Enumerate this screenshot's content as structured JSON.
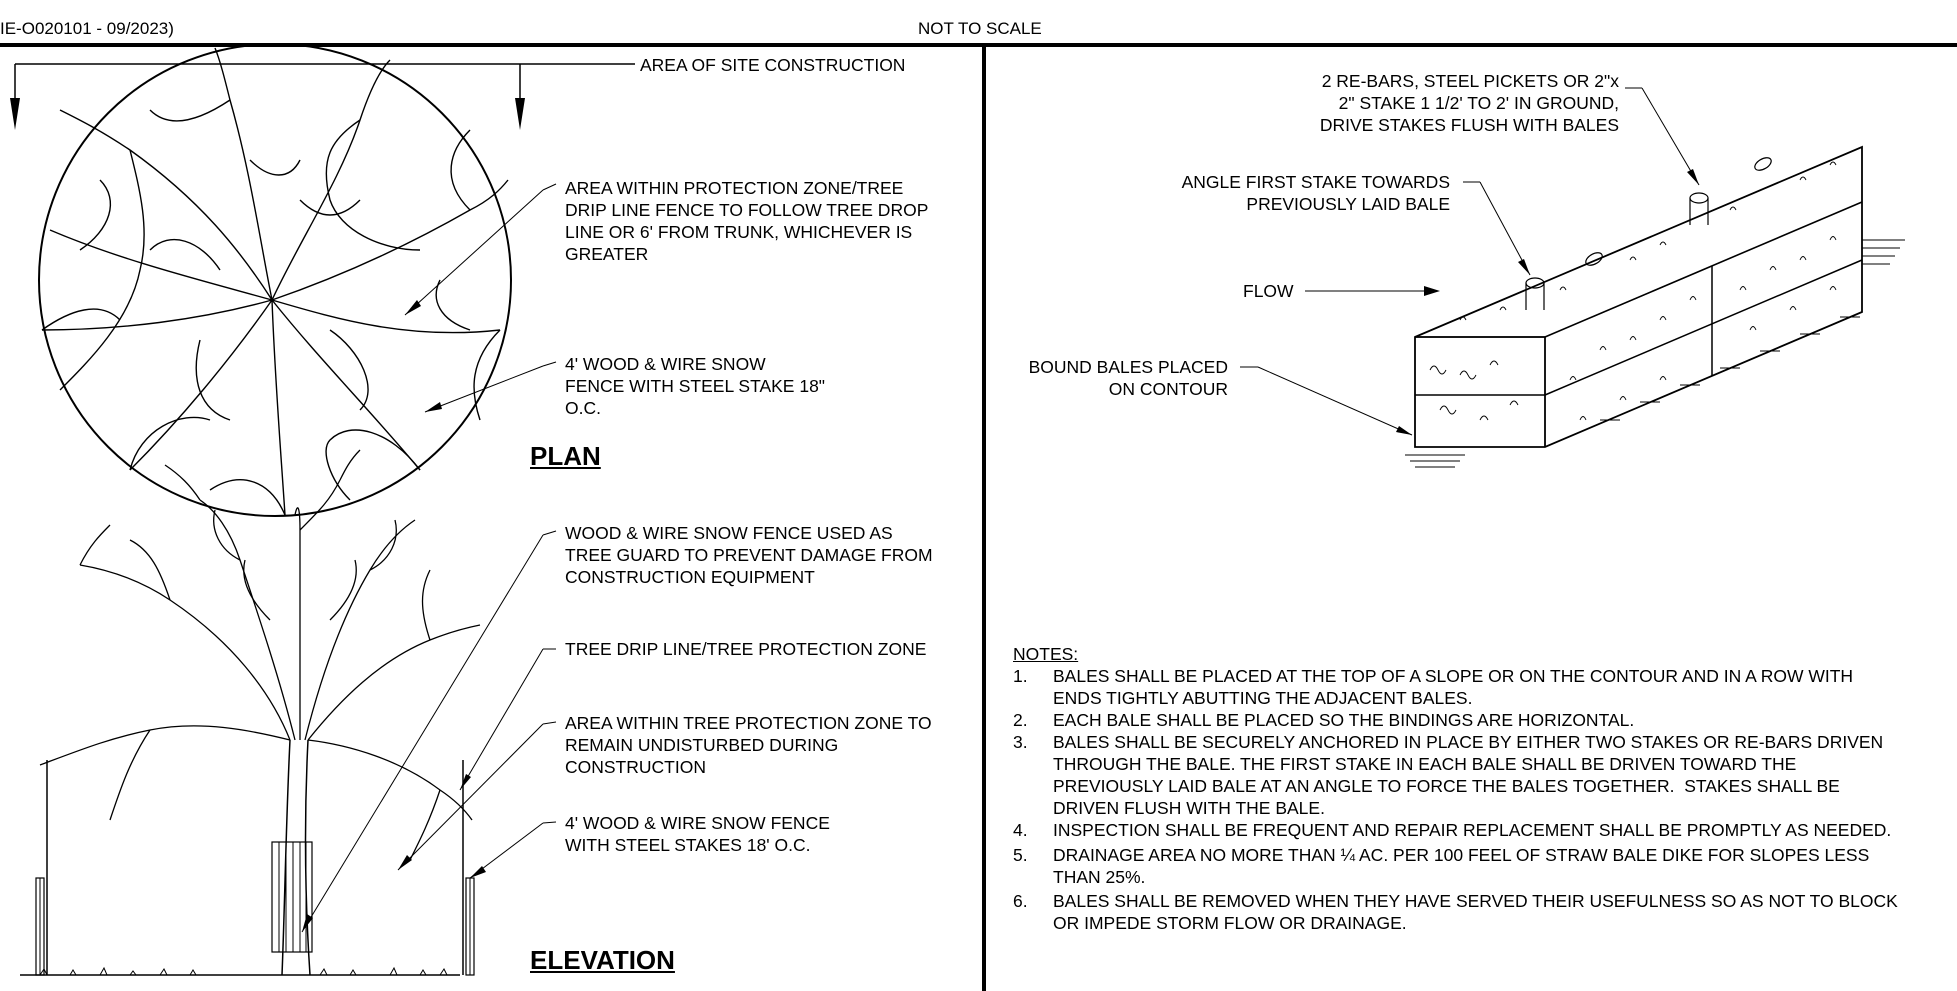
{
  "header": {
    "drawing_code": "IE-O020101 - 09/2023)",
    "scale_note": "NOT TO SCALE"
  },
  "plan": {
    "title": "PLAN",
    "callouts": {
      "site_area": "AREA OF SITE CONSTRUCTION",
      "protection_zone": "AREA WITHIN PROTECTION ZONE/TREE\nDRIP LINE FENCE TO FOLLOW TREE DROP\nLINE OR 6' FROM TRUNK, WHICHEVER IS\nGREATER",
      "snow_fence": "4' WOOD & WIRE SNOW\nFENCE WITH STEEL STAKE 18\"\nO.C."
    }
  },
  "elevation": {
    "title": "ELEVATION",
    "callouts": {
      "tree_guard": "WOOD & WIRE SNOW FENCE USED AS\nTREE GUARD TO PREVENT DAMAGE FROM\nCONSTRUCTION EQUIPMENT",
      "drip_line": "TREE DRIP LINE/TREE PROTECTION ZONE",
      "undisturbed": "AREA WITHIN TREE PROTECTION ZONE TO\nREMAIN UNDISTURBED DURING\nCONSTRUCTION",
      "fence_stakes": "4' WOOD & WIRE SNOW FENCE\nWITH STEEL STAKES 18' O.C."
    }
  },
  "bale_detail": {
    "callouts": {
      "rebars": "2 RE-BARS, STEEL PICKETS OR 2\"x\n2\" STAKE 1 1/2' TO 2' IN GROUND,\nDRIVE STAKES FLUSH WITH BALES",
      "angle_stake": "ANGLE FIRST STAKE TOWARDS\nPREVIOUSLY LAID BALE",
      "flow": "FLOW",
      "bound_bales": "BOUND BALES PLACED\nON CONTOUR"
    }
  },
  "notes": {
    "heading": "NOTES:",
    "items": [
      {
        "num": "1.",
        "text": "BALES SHALL BE PLACED AT THE TOP OF A SLOPE OR ON THE CONTOUR AND IN A ROW WITH\nENDS TIGHTLY ABUTTING THE ADJACENT BALES."
      },
      {
        "num": "2.",
        "text": "EACH BALE SHALL BE PLACED SO THE BINDINGS ARE HORIZONTAL."
      },
      {
        "num": "3.",
        "text": "BALES SHALL BE SECURELY ANCHORED IN PLACE BY EITHER TWO STAKES OR RE-BARS DRIVEN\nTHROUGH THE BALE. THE FIRST STAKE IN EACH BALE SHALL BE DRIVEN TOWARD THE\nPREVIOUSLY LAID BALE AT AN ANGLE TO FORCE THE BALES TOGETHER.  STAKES SHALL BE\nDRIVEN FLUSH WITH THE BALE."
      },
      {
        "num": "4.",
        "text": "INSPECTION SHALL BE FREQUENT AND REPAIR REPLACEMENT SHALL BE PROMPTLY AS NEEDED."
      },
      {
        "num": "5.",
        "text": "DRAINAGE AREA NO MORE THAN ¼ AC. PER 100 FEEL OF STRAW BALE DIKE FOR SLOPES LESS\nTHAN 25%."
      },
      {
        "num": "6.",
        "text": "BALES SHALL BE REMOVED WHEN THEY HAVE SERVED THEIR USEFULNESS SO AS NOT TO BLOCK\nOR IMPEDE STORM FLOW OR DRAINAGE."
      }
    ]
  }
}
